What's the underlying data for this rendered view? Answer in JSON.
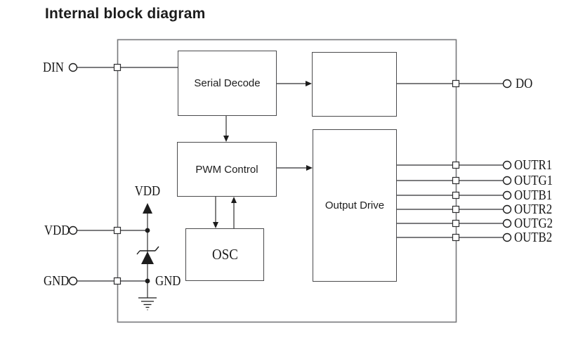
{
  "title": "Internal block diagram",
  "blocks": {
    "serial_decode": "Serial Decode",
    "unlabeled": "",
    "pwm_control": "PWM Control",
    "output_drive": "Output Drive",
    "osc": "OSC"
  },
  "pins": {
    "din": "DIN",
    "vdd": "VDD",
    "gnd": "GND",
    "do": "DO",
    "outputs": [
      "OUTR1",
      "OUTG1",
      "OUTB1",
      "OUTR2",
      "OUTG2",
      "OUTB2"
    ]
  },
  "internal": {
    "vdd": "VDD",
    "gnd": "GND"
  },
  "colors": {
    "background": "#ffffff",
    "chip_boundary": "#77787b",
    "block_border": "#4a4a4c",
    "wire": "#2e2e30",
    "text": "#1c1c1c"
  }
}
